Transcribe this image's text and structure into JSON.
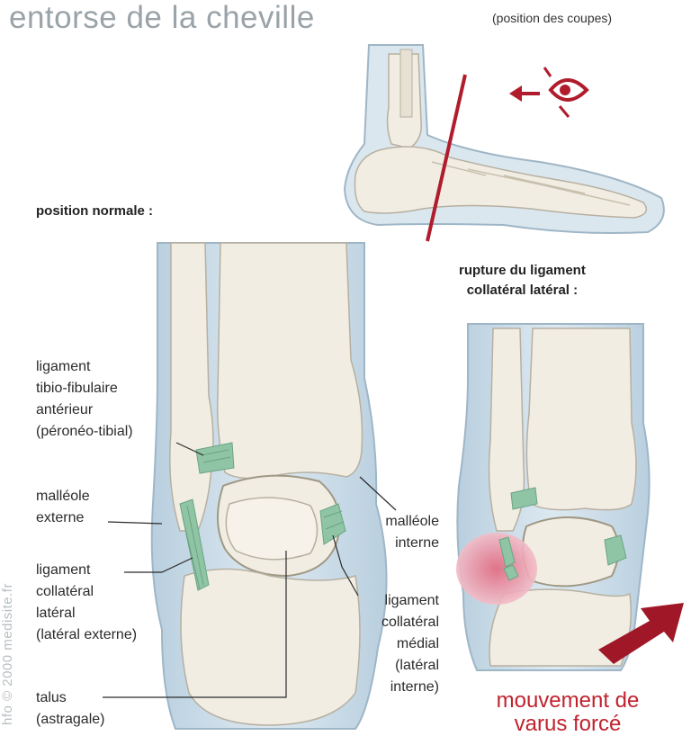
{
  "title": "entorse de la cheville",
  "subtitle": "(position des coupes)",
  "normal_heading": "position normale :",
  "rupture_heading": [
    "rupture du ligament",
    "collatéral latéral :"
  ],
  "labels": {
    "ligament_tibio": [
      "ligament",
      "tibio-fibulaire",
      "antérieur",
      "(péronéo-tibial)"
    ],
    "malleole_externe": [
      "malléole",
      "externe"
    ],
    "ligament_collateral_lateral": [
      "ligament",
      "collatéral",
      "latéral",
      "(latéral externe)"
    ],
    "talus": [
      "talus",
      "(astragale)"
    ],
    "malleole_interne": [
      "malléole",
      "interne"
    ],
    "ligament_collateral_medial": [
      "ligament",
      "collatéral",
      "médial",
      "(latéral",
      "interne)"
    ]
  },
  "movement_caption": [
    "mouvement de",
    "varus forcé"
  ],
  "copyright": "hfo © 2000 medisite.fr",
  "colors": {
    "accent_red": "#c0222e",
    "soft_tissue_blue": "#c9dbe8",
    "bone": "#f1ede3",
    "ligament_green": "#8fc4a4",
    "injury_pink": "#e68a9a"
  }
}
